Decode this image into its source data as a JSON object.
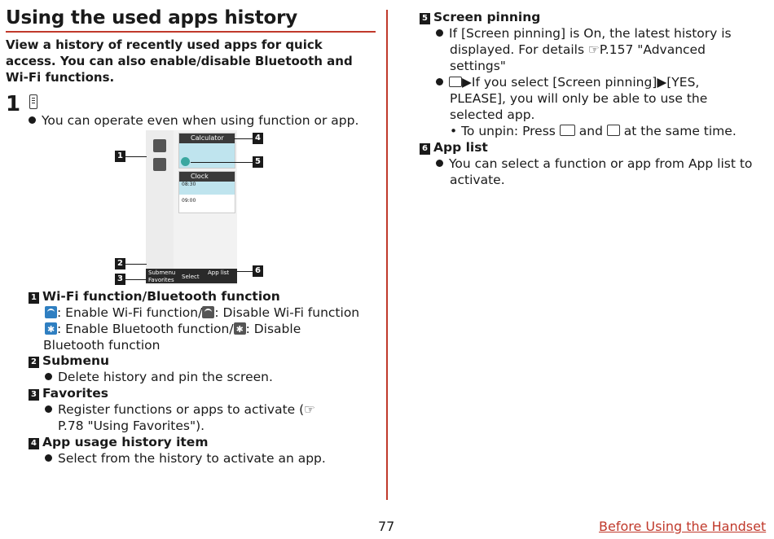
{
  "title": "Using the used apps history",
  "intro": "View a history of recently used apps for quick access. You can also enable/disable Bluetooth and Wi-Fi functions.",
  "step": {
    "number": "1",
    "bullet": "You can operate even when using function or app."
  },
  "figure": {
    "callouts": [
      "1",
      "2",
      "3",
      "4",
      "5",
      "6"
    ],
    "card1_label": "Calculator",
    "card2_label": "Clock",
    "card2_time1": "08:30",
    "card2_time2": "09:00",
    "bar_submenu": "Submenu",
    "bar_favorites": "Favorites",
    "bar_select": "Select",
    "bar_applist": "App list"
  },
  "items": {
    "i1": {
      "num": "1",
      "title": "Wi-Fi function/Bluetooth function",
      "line1a": ": Enable Wi-Fi function/",
      "line1b": ": Disable Wi-Fi function",
      "line2a": ": Enable Bluetooth function/",
      "line2b": ": Disable",
      "line3": "Bluetooth function"
    },
    "i2": {
      "num": "2",
      "title": "Submenu",
      "bullet": "Delete history and pin the screen."
    },
    "i3": {
      "num": "3",
      "title": "Favorites",
      "bullet1": "Register functions or apps to activate (☞",
      "bullet2": "P.78 \"Using Favorites\")."
    },
    "i4": {
      "num": "4",
      "title": "App usage history item",
      "bullet": "Select from the history to activate an app."
    },
    "i5": {
      "num": "5",
      "title": "Screen pinning",
      "b1l1": "If [Screen pinning] is On, the latest history is",
      "b1l2": "displayed. For details ☞P.157 \"Advanced",
      "b1l3": "settings\"",
      "b2l1": "▶If you select [Screen pinning]▶[YES,",
      "b2l2": "PLEASE], you will only be able to use the",
      "b2l3": "selected app.",
      "sub_a": "• To unpin: Press",
      "sub_b": "and",
      "sub_c": "at the same time."
    },
    "i6": {
      "num": "6",
      "title": "App list",
      "b1": "You can select a function or app from App list to",
      "b2": "activate."
    }
  },
  "footer": {
    "page": "77",
    "link": "Before Using the Handset"
  },
  "colors": {
    "accent": "#c0392b",
    "icon_on": "#2f7fc1"
  }
}
